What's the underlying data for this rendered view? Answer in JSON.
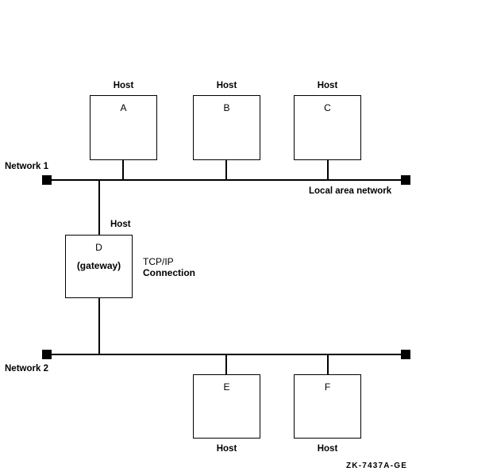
{
  "diagram": {
    "colors": {
      "line": "#000000",
      "background": "#ffffff"
    },
    "hosts": [
      {
        "letter": "A",
        "label": "Host"
      },
      {
        "letter": "B",
        "label": "Host"
      },
      {
        "letter": "C",
        "label": "Host"
      },
      {
        "letter": "D",
        "label": "Host",
        "sublabel": "(gateway)"
      },
      {
        "letter": "E",
        "label": "Host"
      },
      {
        "letter": "F",
        "label": "Host"
      }
    ],
    "networks": [
      {
        "label": "Network 1",
        "annotation": "Local area network"
      },
      {
        "label": "Network 2"
      }
    ],
    "connection": {
      "line1": "TCP/IP",
      "line2": "Connection"
    },
    "caption": "ZK-7437A-GE"
  }
}
